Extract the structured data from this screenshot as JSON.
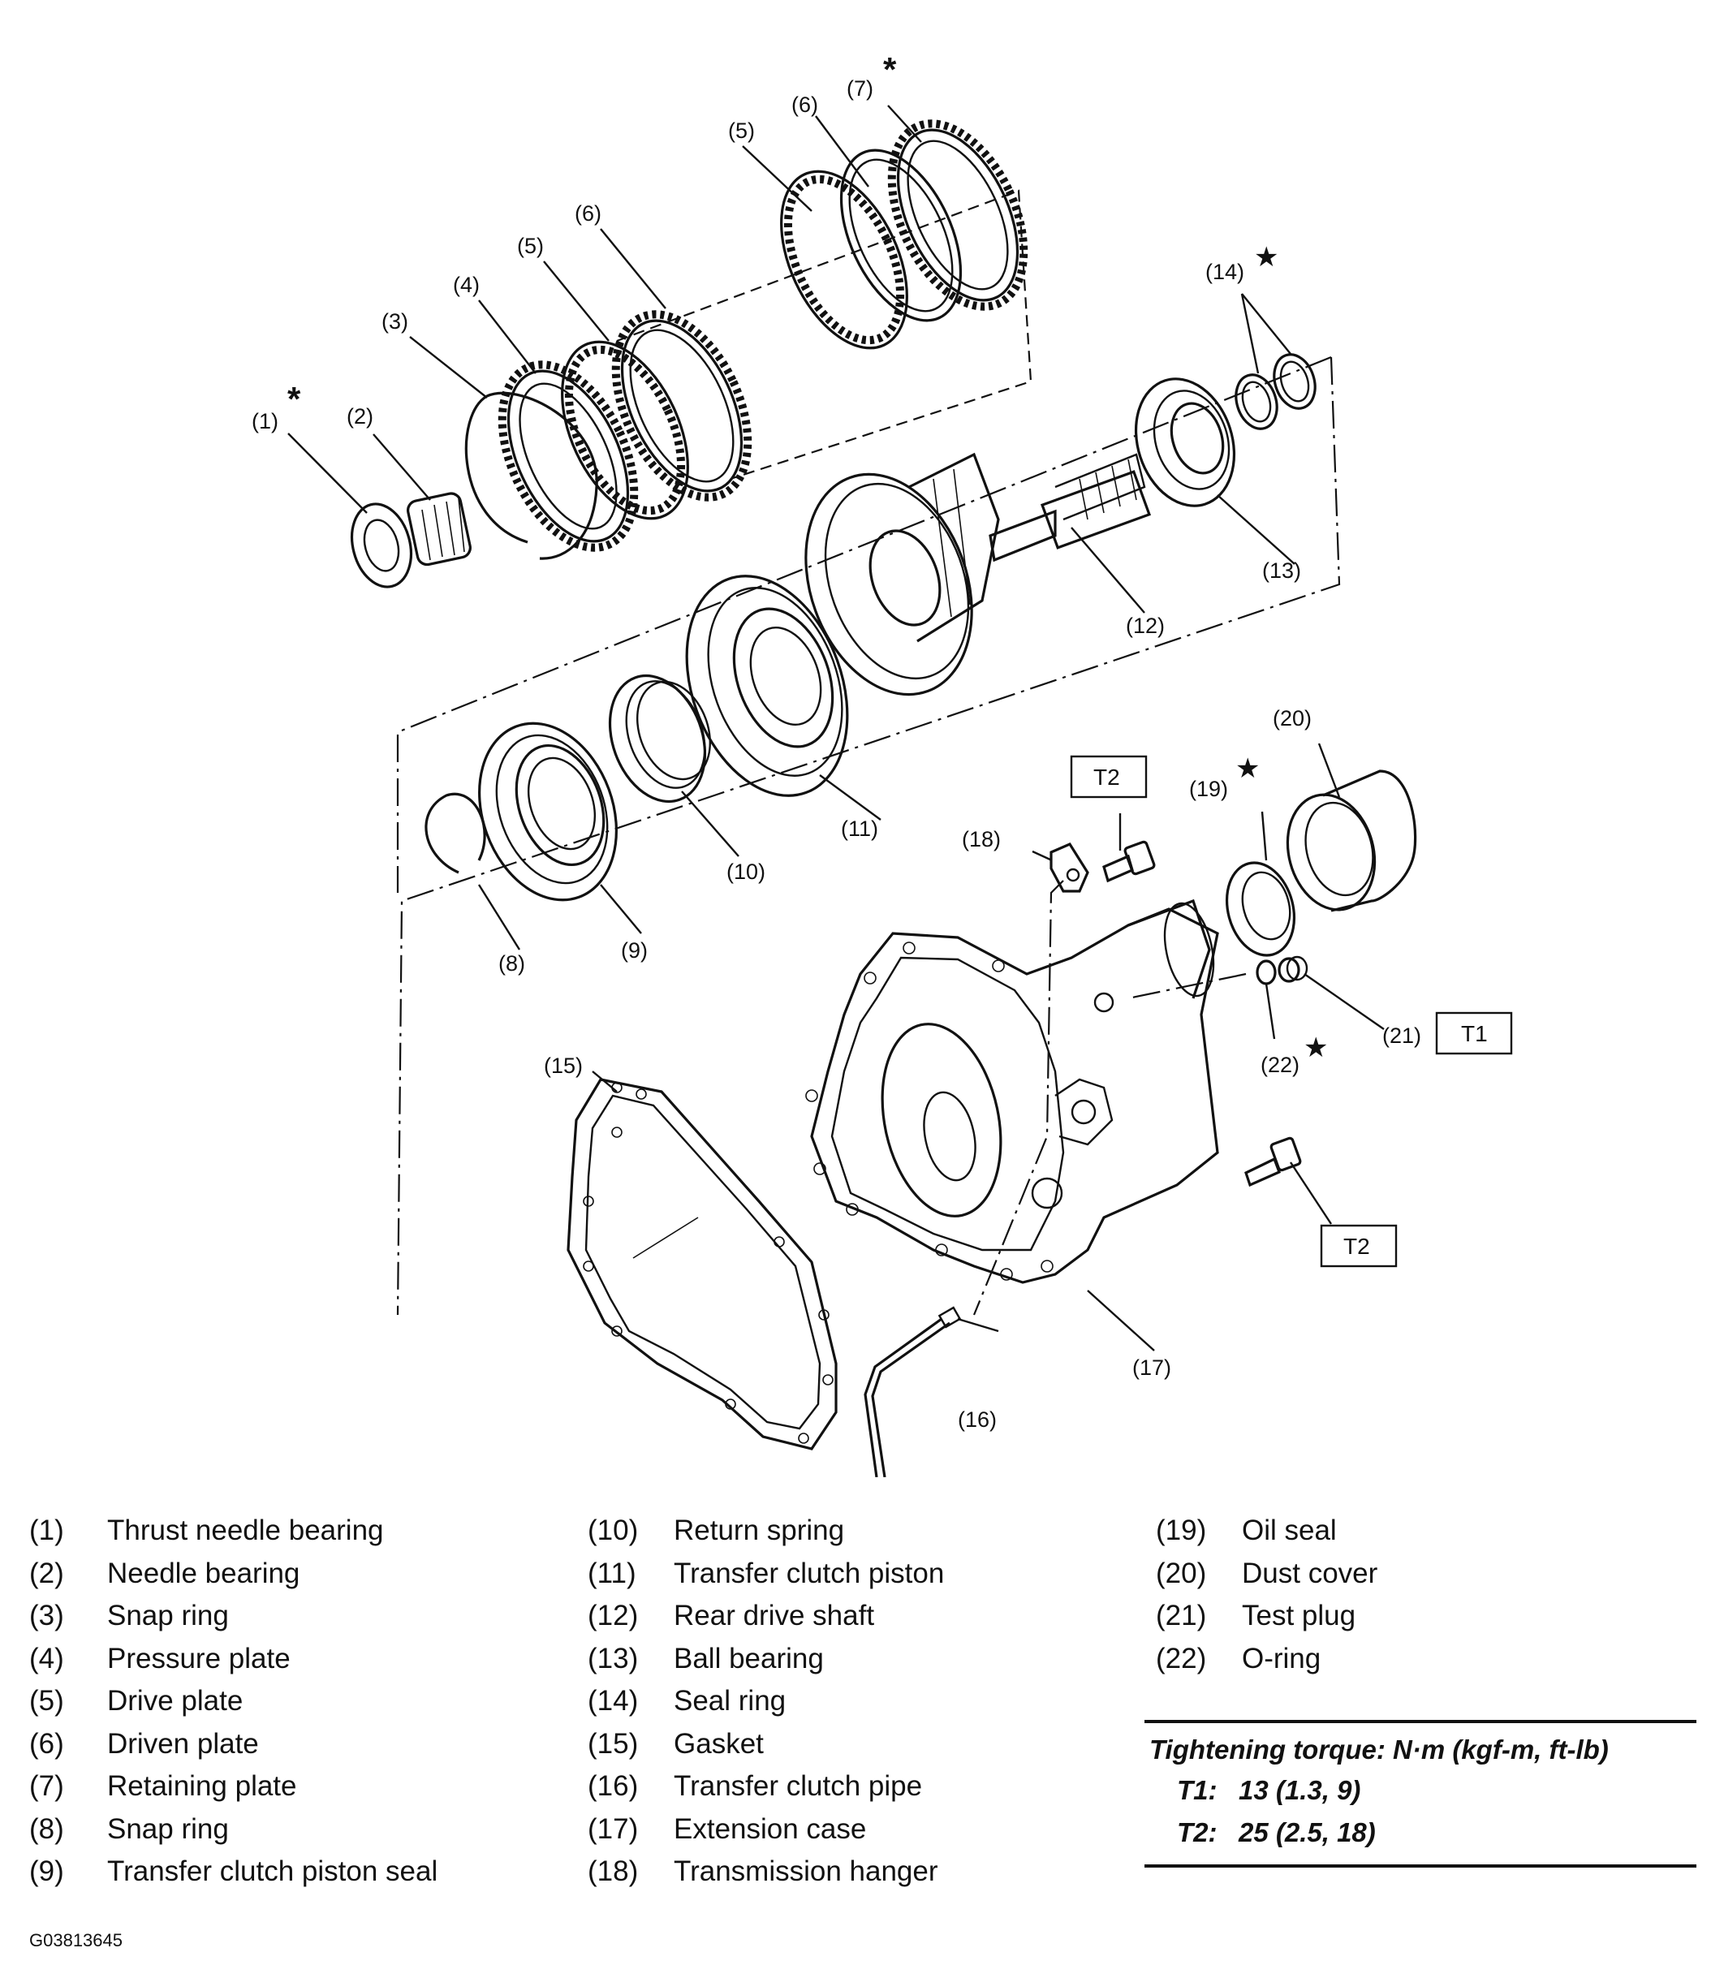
{
  "callouts": {
    "c1": "(1)",
    "c2": "(2)",
    "c3": "(3)",
    "c4": "(4)",
    "c5a": "(5)",
    "c5b": "(5)",
    "c6a": "(6)",
    "c6b": "(6)",
    "c7": "(7)",
    "c8": "(8)",
    "c9": "(9)",
    "c10": "(10)",
    "c11": "(11)",
    "c12": "(12)",
    "c13": "(13)",
    "c14": "(14)",
    "c15": "(15)",
    "c16": "(16)",
    "c17": "(17)",
    "c18": "(18)",
    "c19": "(19)",
    "c20": "(20)",
    "c21": "(21)",
    "c22": "(22)"
  },
  "marks": {
    "asterisk": "*",
    "star": "★"
  },
  "torque_boxes": {
    "t2_top": "T2",
    "t1": "T1",
    "t2_bottom": "T2"
  },
  "legend": {
    "col1": [
      {
        "num": "(1)",
        "label": "Thrust needle bearing"
      },
      {
        "num": "(2)",
        "label": "Needle bearing"
      },
      {
        "num": "(3)",
        "label": "Snap ring"
      },
      {
        "num": "(4)",
        "label": "Pressure plate"
      },
      {
        "num": "(5)",
        "label": "Drive plate"
      },
      {
        "num": "(6)",
        "label": "Driven plate"
      },
      {
        "num": "(7)",
        "label": "Retaining plate"
      },
      {
        "num": "(8)",
        "label": "Snap ring"
      },
      {
        "num": "(9)",
        "label": "Transfer clutch piston seal"
      }
    ],
    "col2": [
      {
        "num": "(10)",
        "label": "Return spring"
      },
      {
        "num": "(11)",
        "label": "Transfer clutch piston"
      },
      {
        "num": "(12)",
        "label": "Rear drive shaft"
      },
      {
        "num": "(13)",
        "label": "Ball bearing"
      },
      {
        "num": "(14)",
        "label": "Seal ring"
      },
      {
        "num": "(15)",
        "label": "Gasket"
      },
      {
        "num": "(16)",
        "label": "Transfer clutch pipe"
      },
      {
        "num": "(17)",
        "label": "Extension case"
      },
      {
        "num": "(18)",
        "label": "Transmission hanger"
      }
    ],
    "col3": [
      {
        "num": "(19)",
        "label": "Oil seal"
      },
      {
        "num": "(20)",
        "label": "Dust cover"
      },
      {
        "num": "(21)",
        "label": "Test plug"
      },
      {
        "num": "(22)",
        "label": "O-ring"
      }
    ]
  },
  "torque": {
    "title": "Tightening torque: N·m (kgf-m, ft-lb)",
    "rows": [
      {
        "key": "T1:",
        "value": "13 (1.3, 9)"
      },
      {
        "key": "T2:",
        "value": "25 (2.5, 18)"
      }
    ]
  },
  "figure_id": "G03813645"
}
